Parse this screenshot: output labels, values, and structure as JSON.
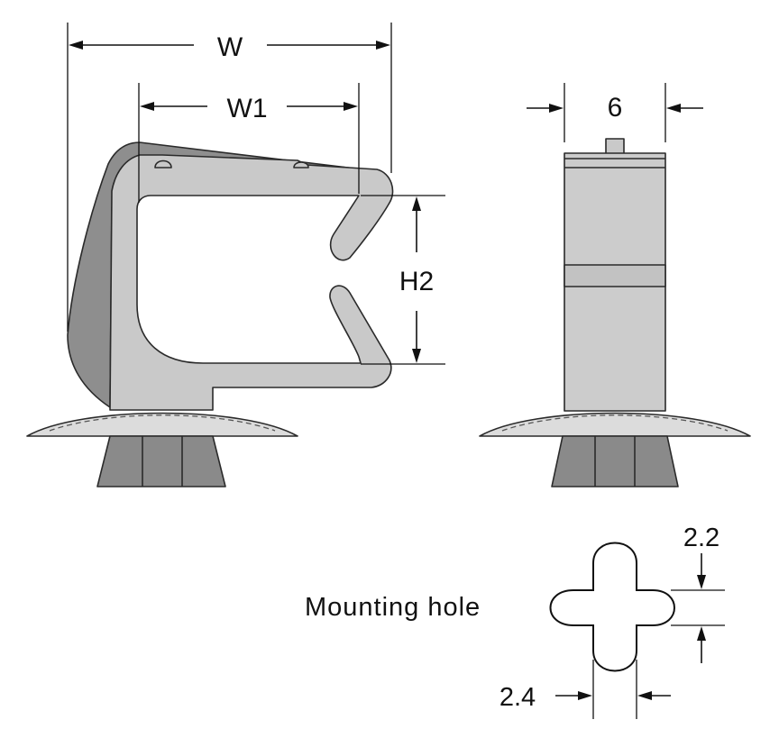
{
  "diagram": {
    "labels": {
      "width": "W",
      "inner_width": "W1",
      "opening_height": "H2",
      "thickness": "6",
      "mounting_hole": "Mounting hole",
      "hole_arm_width": "2.2",
      "hole_gap": "2.4"
    },
    "colors": {
      "light_fill": "#c9c9c9",
      "side_fill": "#cccccc",
      "dark_fill": "#8e8e8e",
      "base_fill": "#dcdcdc",
      "foot_fill": "#8a8a8a",
      "line": "#2a2a2a",
      "hole_fill": "#ffffff"
    }
  }
}
